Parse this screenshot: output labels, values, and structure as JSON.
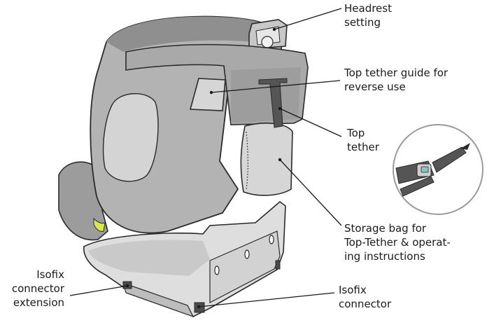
{
  "colors": {
    "seat_dark": "#8f8f8f",
    "seat_mid": "#aaaaaa",
    "seat_light": "#c8c8c8",
    "panel": "#d6d6d6",
    "base": "#dedede",
    "outline": "#2a2a2a",
    "strap": "#555555",
    "accent": "#d8e84a",
    "clip": "#86c6c0",
    "leader": "#1a1a1a"
  },
  "labels": {
    "headrest": [
      "Headrest",
      "setting"
    ],
    "top_tether_guide": [
      "Top tether guide for",
      "reverse use"
    ],
    "top_tether": [
      "Top",
      "tether"
    ],
    "storage_bag": [
      "Storage bag for",
      "Top-Tether & operat-",
      "ing instructions"
    ],
    "isofix_extension": [
      "Isofix",
      "connector",
      "extension"
    ],
    "isofix_connector": [
      "Isofix",
      "connector"
    ]
  }
}
